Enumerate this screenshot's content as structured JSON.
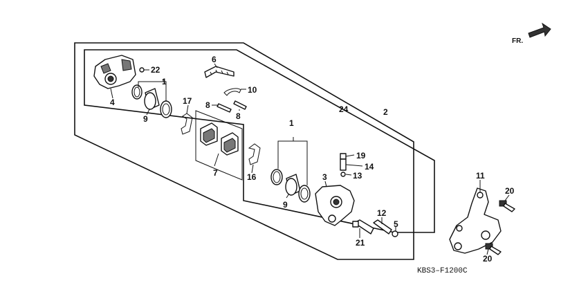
{
  "diagram": {
    "direction_label": "FR.",
    "code": "KBS3–F1200C",
    "callouts": {
      "n1a": "1",
      "n1b": "1",
      "n2": "2",
      "n3": "3",
      "n4": "4",
      "n5": "5",
      "n6": "6",
      "n7": "7",
      "n8a": "8",
      "n8b": "8",
      "n9a": "9",
      "n9b": "9",
      "n10": "10",
      "n11": "11",
      "n12": "12",
      "n13": "13",
      "n14": "14",
      "n16": "16",
      "n17": "17",
      "n19": "19",
      "n20a": "20",
      "n20b": "20",
      "n21": "21",
      "n22": "22",
      "n24": "24"
    }
  }
}
